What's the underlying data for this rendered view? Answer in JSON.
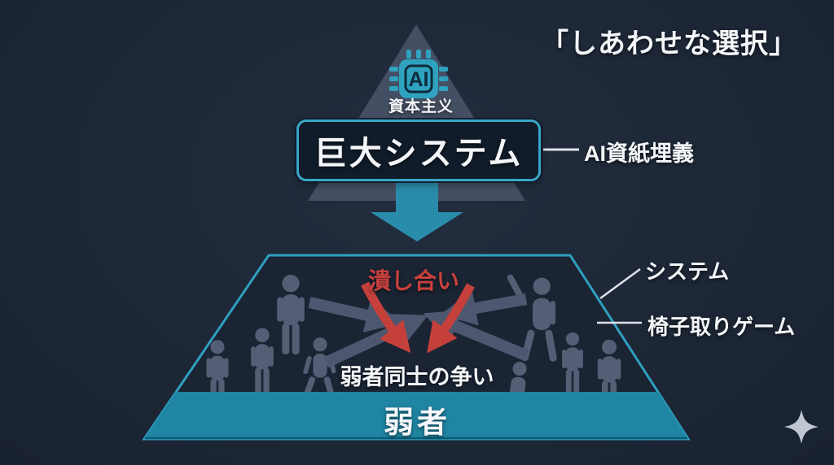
{
  "title": "「しあわせな選択」",
  "apex": {
    "chip_text": "AI",
    "chip_caption": "資本主义",
    "box_label": "巨大システム",
    "callout": "AI資紙埋義"
  },
  "base": {
    "crush_label": "潰し合い",
    "conflict_label": "弱者同士の争い",
    "bar_label": "弱者",
    "callout_system": "システム",
    "callout_game": "椅子取りゲーム"
  },
  "icons": {
    "ai_chip": "cpu-chip",
    "sparkle": "four-point-star"
  },
  "colors": {
    "background": "#1d2736",
    "cyan_border": "#3aa6c7",
    "teal_fill": "#1f85a3",
    "teal_arrow": "#2a8cab",
    "red": "#c5403b",
    "arrow_gray": "#4d5870",
    "people_gray": "#5a657d",
    "triangle_gray": "#454f63",
    "text_white": "#f4f6f9"
  }
}
